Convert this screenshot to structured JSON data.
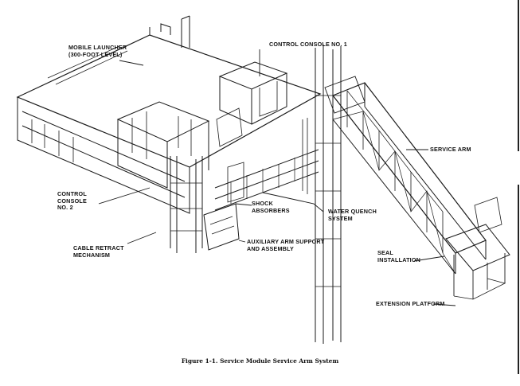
{
  "labels": {
    "mobile_launcher": "MOBILE LAUNCHER\n(300-FOOT LEVEL)",
    "control_console_1": "CONTROL CONSOLE NO. 1",
    "service_arm": "SERVICE ARM",
    "control_console_2": "CONTROL\nCONSOLE\nNO. 2",
    "shock_absorbers": "SHOCK\nABSORBERS",
    "water_quench": "WATER QUENCH\nSYSTEM",
    "cable_retract": "CABLE RETRACT\nMECHANISM",
    "auxiliary_arm": "AUXILIARY ARM SUPPORT\nAND ASSEMBLY",
    "seal_installation": "SEAL\nINSTALLATION",
    "extension_platform": "EXTENSION PLATFORM"
  },
  "caption": "Figure 1-1.  Service Module Service Arm System"
}
